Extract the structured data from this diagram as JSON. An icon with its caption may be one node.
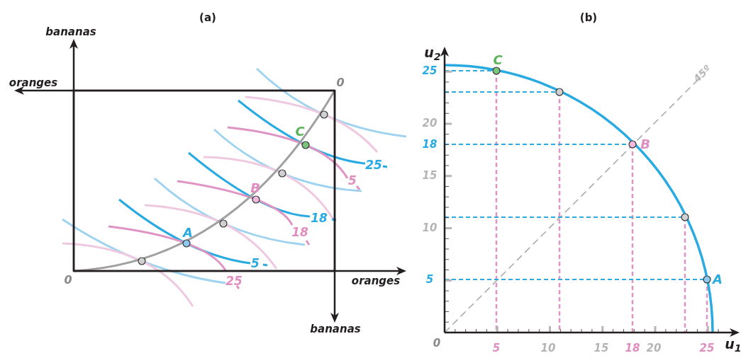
{
  "diagram": {
    "labels": [
      "(a)",
      "bananas",
      "oranges",
      "0",
      "C",
      "25",
      "5",
      "B",
      "18",
      "A",
      "18",
      "5",
      "0",
      "25",
      "oranges",
      "bananas",
      "(b)",
      "u$_{2}$",
      "C",
      "25",
      "45º",
      "20",
      "18",
      "B",
      "15",
      "10",
      "5",
      "A",
      "0",
      "5",
      "10",
      "15",
      "18",
      "20",
      "25",
      "u$_{1}$"
    ]
  }
}
